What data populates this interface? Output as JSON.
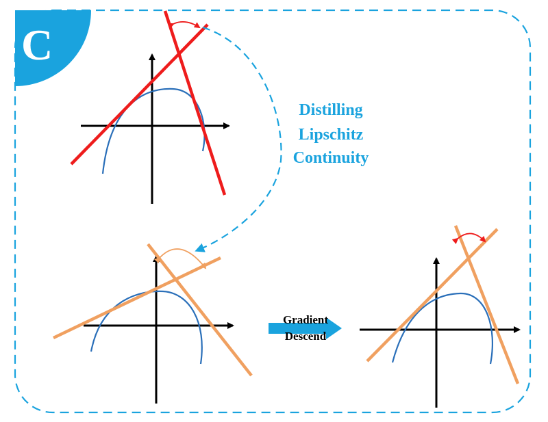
{
  "panel": {
    "badge_letter": "C",
    "badge_color": "#1aa3de",
    "border_color": "#1aa3de"
  },
  "distill_caption": {
    "lines": [
      "Distilling",
      "Lipschitz",
      "Continuity"
    ],
    "color": "#1aa3de"
  },
  "gradient_arrow": {
    "lines": [
      "Gradient",
      "Descend"
    ],
    "color": "#1aa3de"
  },
  "colors": {
    "curve": "#2a6fb9",
    "axis": "#000000",
    "teacher_line": "#ee1c1c",
    "student_line": "#f0a060",
    "connector": "#1aa3de"
  },
  "plots": [
    {
      "role": "teacher",
      "line_color": "#ee1c1c"
    },
    {
      "role": "student-before",
      "line_color": "#f0a060"
    },
    {
      "role": "student-after",
      "line_color": "#f0a060",
      "angle_marker_color": "#ee1c1c"
    }
  ]
}
